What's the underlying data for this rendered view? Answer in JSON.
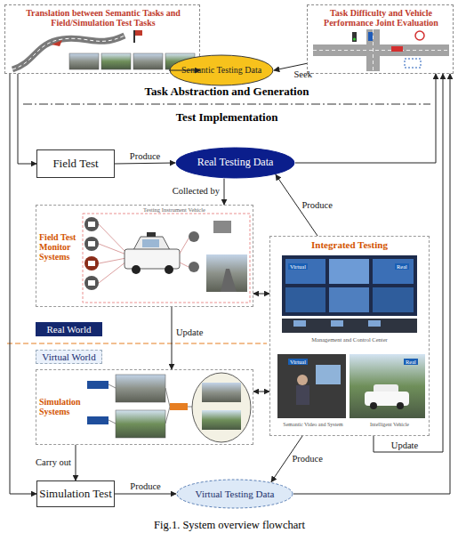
{
  "diagram": {
    "caption": "Fig.1. System overview flowchart",
    "nodes": [
      {
        "text": [
          "Translation between Semantic Tasks and Field/Simulation Test Tasks"
        ]
      },
      {
        "text": [
          "Semantic Testing Data"
        ]
      },
      {
        "text": [
          "Task Difficulty and Vehicle Performance Joint Evaluation"
        ]
      },
      {
        "text": [
          "Field Test"
        ]
      },
      {
        "text": [
          "Real Testing Data"
        ]
      },
      {
        "text": [
          "Field Test Monitor Systems",
          "Testing Instrument Vehicle"
        ]
      },
      {
        "text": [
          "Integrated Testing",
          "Virtual",
          "Real",
          "Management and Control Center",
          "Virtual",
          "Real",
          "Semantic Video and System",
          "Intelligent Vehicle"
        ]
      },
      {
        "text": [
          "Real World"
        ]
      },
      {
        "text": [
          "Virtual World"
        ]
      },
      {
        "text": [
          "Simulation Systems"
        ]
      },
      {
        "text": [
          "Simulation Test"
        ]
      },
      {
        "text": [
          "Virtual Testing Data"
        ]
      }
    ],
    "edges": [
      {
        "from": 2,
        "to": 1,
        "arrow": "to",
        "label": "Seek"
      },
      {
        "from": 1,
        "to": 0,
        "arrow": "to"
      },
      {
        "from": 0,
        "to": 3,
        "arrow": "to"
      },
      {
        "from": 0,
        "to": 10,
        "arrow": "to"
      },
      {
        "from": 3,
        "to": 4,
        "arrow": "to",
        "label": "Produce"
      },
      {
        "from": 4,
        "to": 2,
        "arrow": "to"
      },
      {
        "from": 4,
        "to": 5,
        "arrow": "to",
        "label": "Collected by"
      },
      {
        "from": 6,
        "to": 4,
        "arrow": "to",
        "label": "Produce"
      },
      {
        "from": 5,
        "to": 6,
        "arrow": "both"
      },
      {
        "from": 9,
        "to": 6,
        "arrow": "both"
      },
      {
        "from": 5,
        "to": 9,
        "arrow": "to",
        "label": "Update"
      },
      {
        "from": 6,
        "to": 2,
        "arrow": "to",
        "label": "Update"
      },
      {
        "from": 9,
        "to": 10,
        "arrow": "to",
        "label": "Carry out"
      },
      {
        "from": 10,
        "to": 11,
        "arrow": "to",
        "label": "Produce"
      },
      {
        "from": 6,
        "to": 11,
        "arrow": "to",
        "label": "Produce"
      },
      {
        "from": 11,
        "to": 2,
        "arrow": "to"
      }
    ],
    "labels": [
      "Task Abstraction and Generation",
      "Test Implementation"
    ]
  }
}
